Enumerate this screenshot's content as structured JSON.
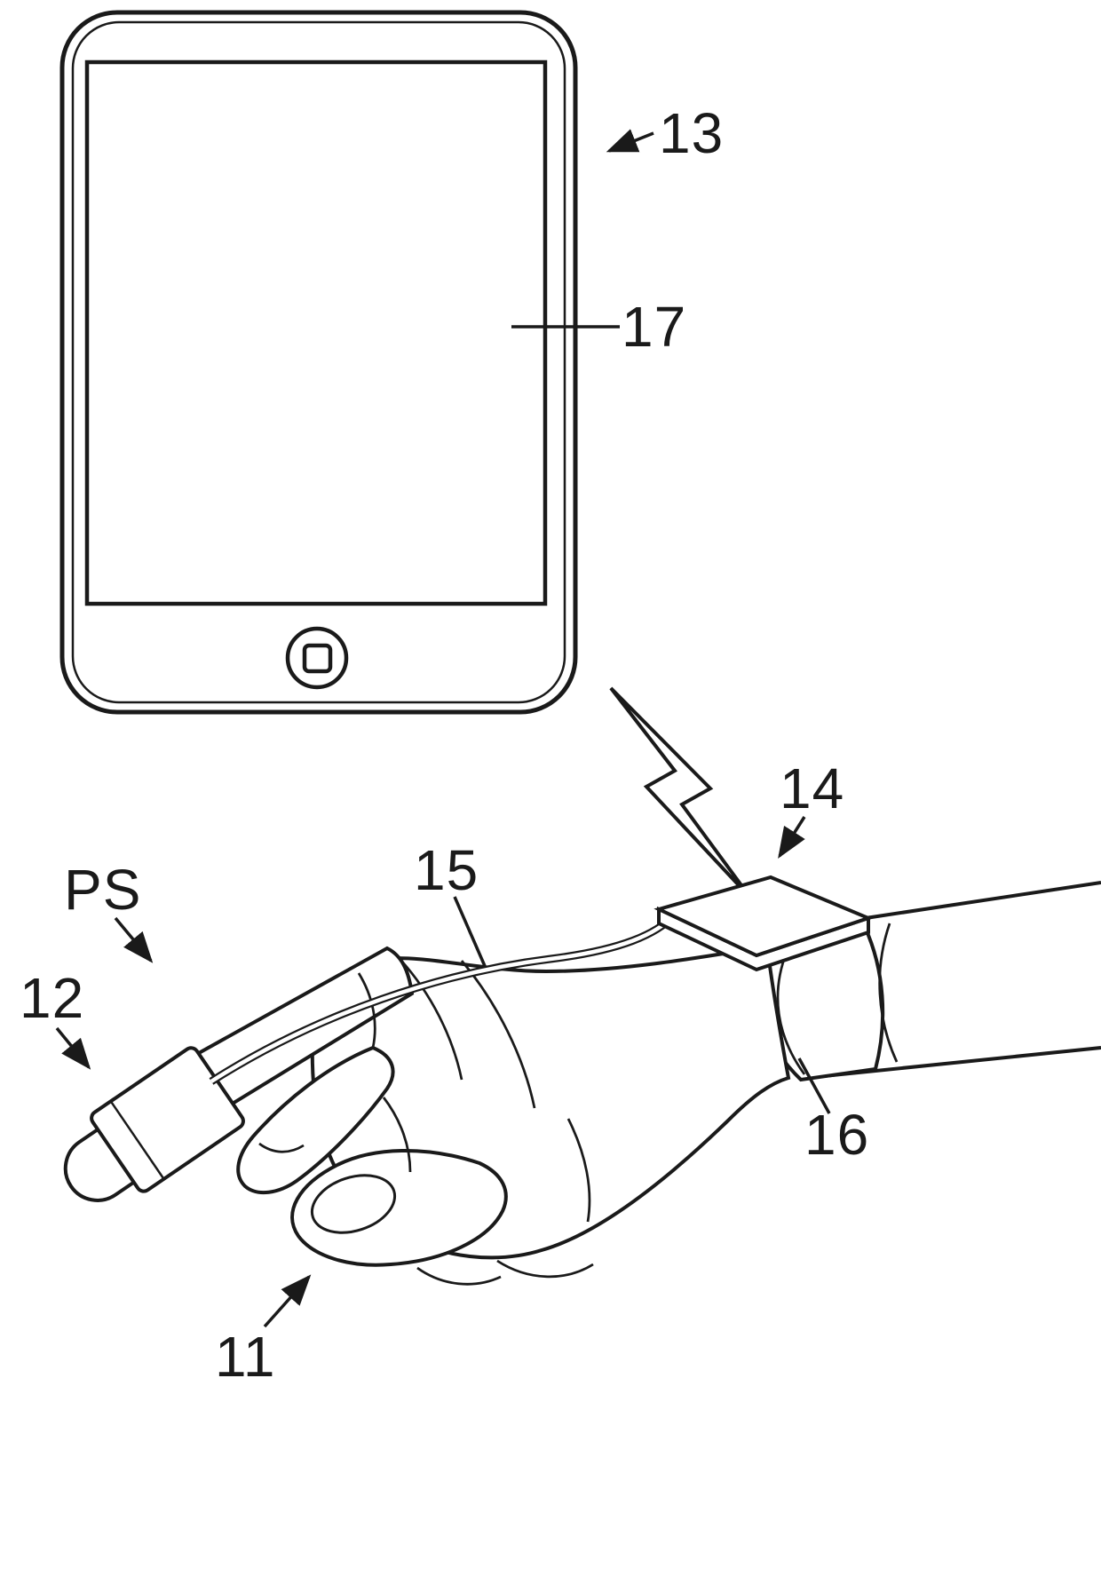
{
  "figure": {
    "background_color": "#ffffff",
    "line_color": "#1a1a1a",
    "icons": {
      "wireless_signal": "lightning-bolt",
      "home_button": "rounded-square"
    },
    "labels": {
      "device": "13",
      "screen": "17",
      "module": "14",
      "cable": "15",
      "sensor": "12",
      "wristband": "16",
      "hand": "11",
      "pulse_signal": "PS"
    }
  }
}
